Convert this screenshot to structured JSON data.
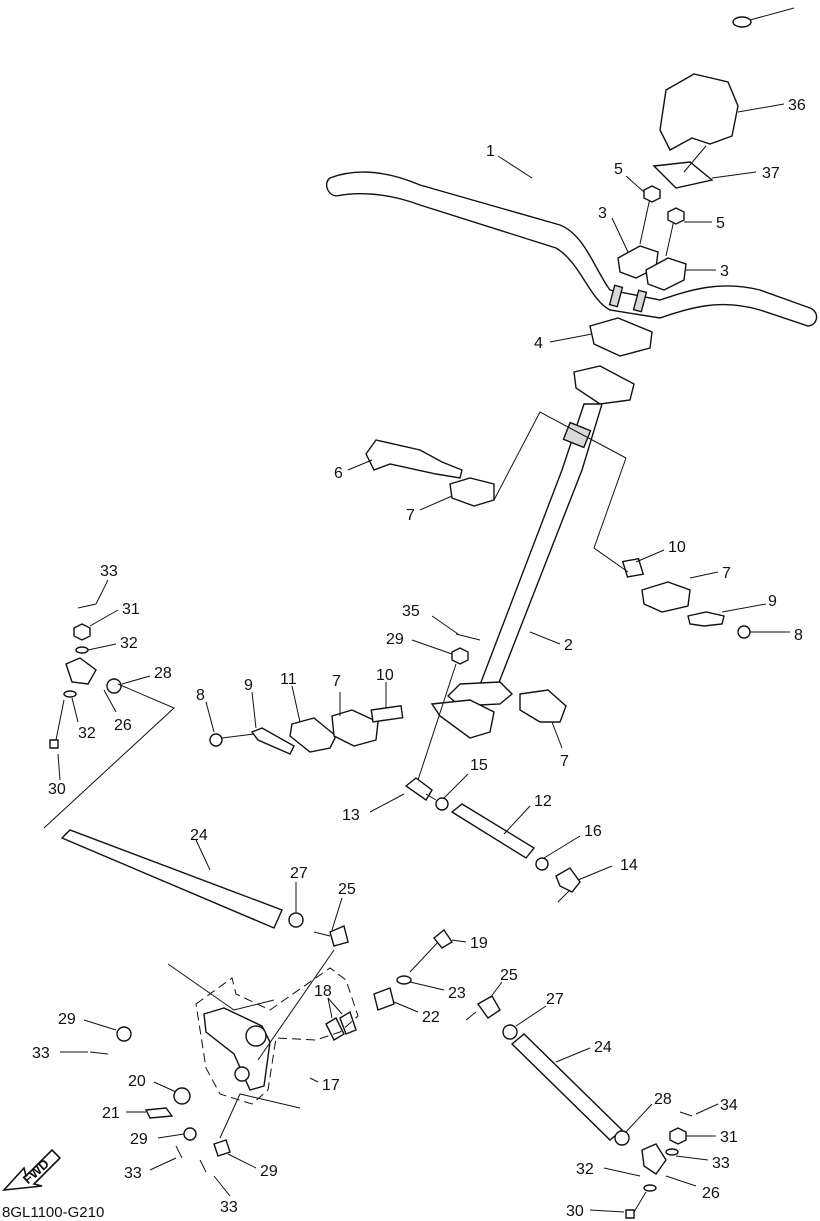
{
  "diagram": {
    "code": "8GL1100-G210",
    "fwd_badge": "FWD",
    "callouts": [
      "1",
      "2",
      "3",
      "3",
      "4",
      "5",
      "5",
      "6",
      "7",
      "7",
      "7",
      "7",
      "8",
      "8",
      "9",
      "9",
      "10",
      "10",
      "11",
      "12",
      "13",
      "14",
      "15",
      "16",
      "17",
      "18",
      "19",
      "20",
      "21",
      "22",
      "23",
      "24",
      "24",
      "25",
      "25",
      "26",
      "26",
      "27",
      "27",
      "28",
      "28",
      "29",
      "29",
      "29",
      "29",
      "30",
      "30",
      "31",
      "31",
      "32",
      "32",
      "32",
      "33",
      "33",
      "33",
      "33",
      "33",
      "34",
      "35",
      "36",
      "37"
    ]
  }
}
